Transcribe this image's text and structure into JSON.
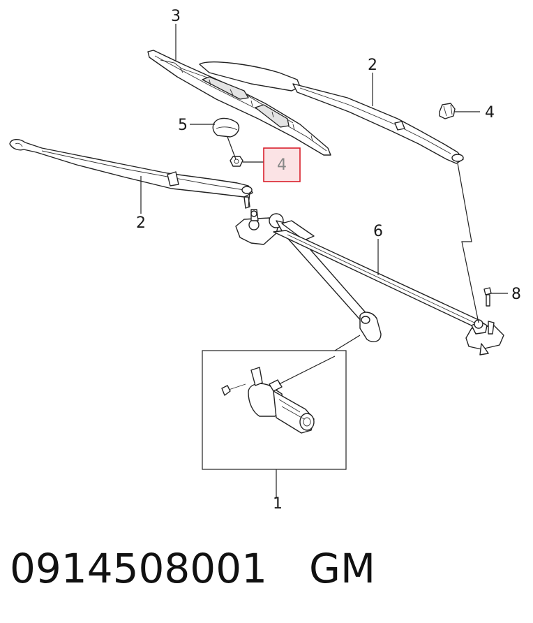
{
  "callouts": {
    "c1": "1",
    "c2a": "2",
    "c2b": "2",
    "c3": "3",
    "c4a": "4",
    "c4b": "4",
    "c5": "5",
    "c6": "6",
    "c8": "8"
  },
  "highlight_color": "#d91f2b",
  "highlight_fill": "#fbe3e5",
  "footer": {
    "part_number": "0914508001",
    "brand": "GM"
  }
}
